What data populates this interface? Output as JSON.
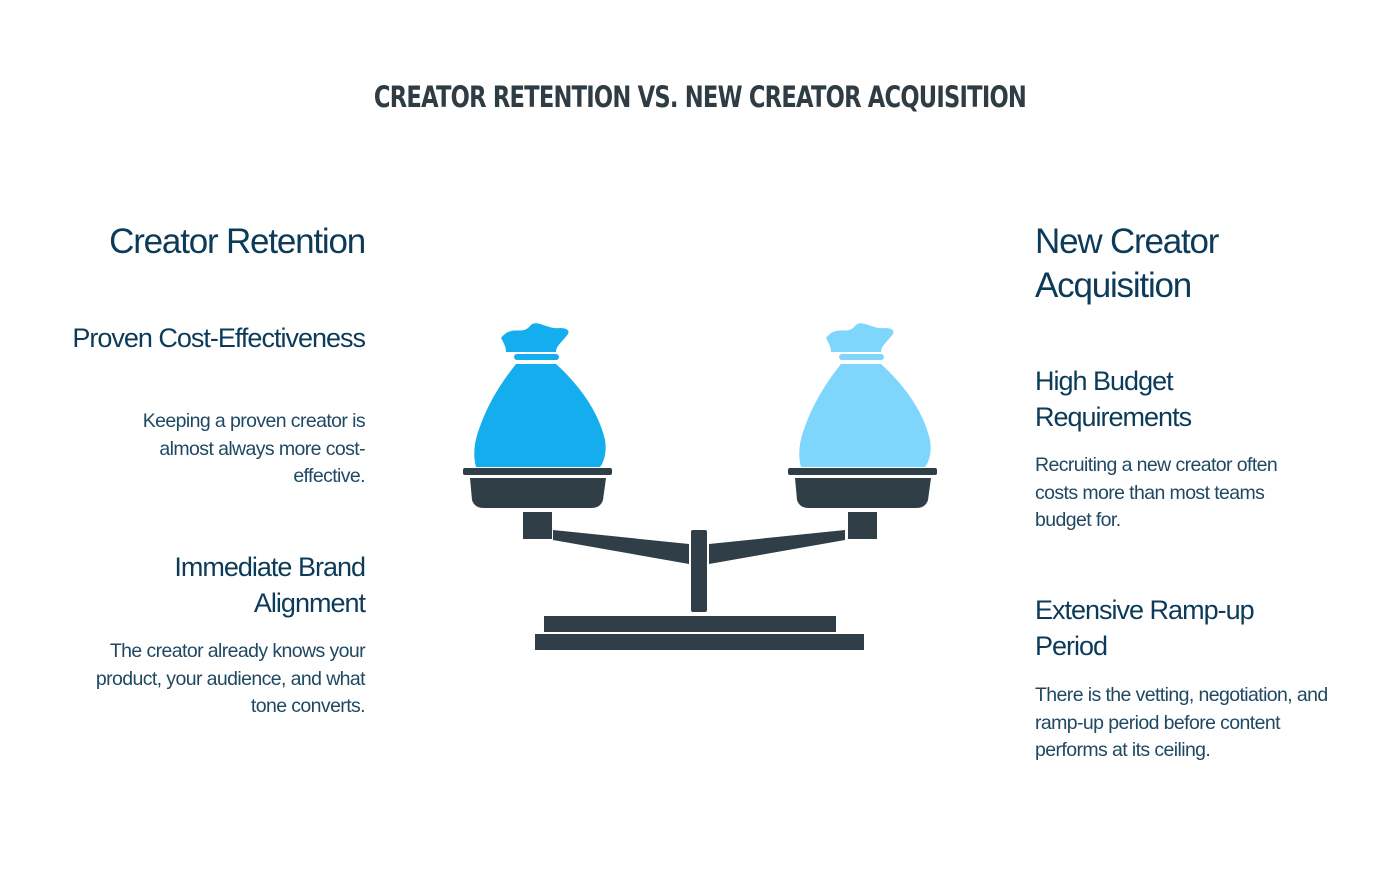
{
  "title": "CREATOR RETENTION VS. NEW CREATOR ACQUISITION",
  "left": {
    "heading": "Creator Retention",
    "items": [
      {
        "title": "Proven Cost-Effectiveness",
        "desc": "Keeping a proven creator is almost always more cost-effective."
      },
      {
        "title": "Immediate Brand Alignment",
        "desc": "The creator already knows your product, your audience, and what tone converts."
      }
    ]
  },
  "right": {
    "heading": "New Creator Acquisition",
    "items": [
      {
        "title": "High Budget Requirements",
        "desc": "Recruiting a new creator often costs more than most teams budget for."
      },
      {
        "title": "Extensive Ramp-up Period",
        "desc": "There is the vetting, negotiation, and ramp-up period before content performs at its ceiling."
      }
    ]
  },
  "colors": {
    "title": "#303c44",
    "text": "#0c3b5a",
    "scale": "#303e48",
    "bag_left": "#14aeee",
    "bag_right": "#7fd6fc"
  },
  "icons": [
    "money-bag-icon",
    "balance-scale-icon"
  ]
}
